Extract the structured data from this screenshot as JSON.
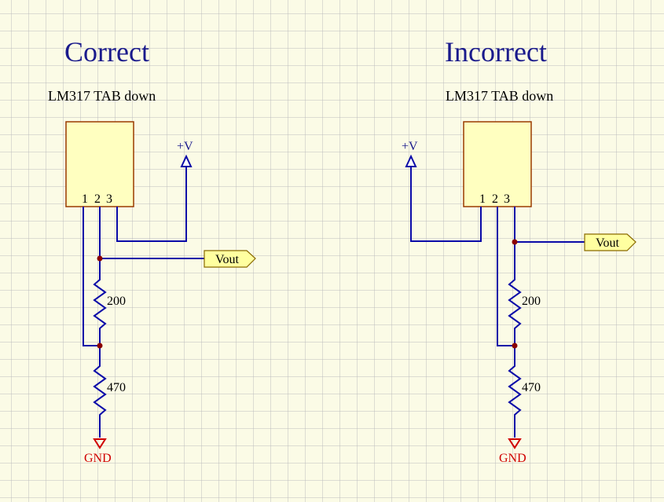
{
  "colors": {
    "background": "#fbfbe6",
    "grid": "#bdbdbd",
    "wire": "#0a0aa8",
    "title": "#1a1a8c",
    "ground": "#d00000",
    "junction": "#8b0000",
    "component_fill": "#ffffc0"
  },
  "left": {
    "title": "Correct",
    "subtitle": "LM317 TAB down",
    "pins": [
      "1",
      "2",
      "3"
    ],
    "supply": "+V",
    "output": "Vout",
    "r_top": "200",
    "r_bottom": "470",
    "ground": "GND"
  },
  "right": {
    "title": "Incorrect",
    "subtitle": "LM317 TAB down",
    "pins": [
      "1",
      "2",
      "3"
    ],
    "supply": "+V",
    "output": "Vout",
    "r_top": "200",
    "r_bottom": "470",
    "ground": "GND"
  }
}
